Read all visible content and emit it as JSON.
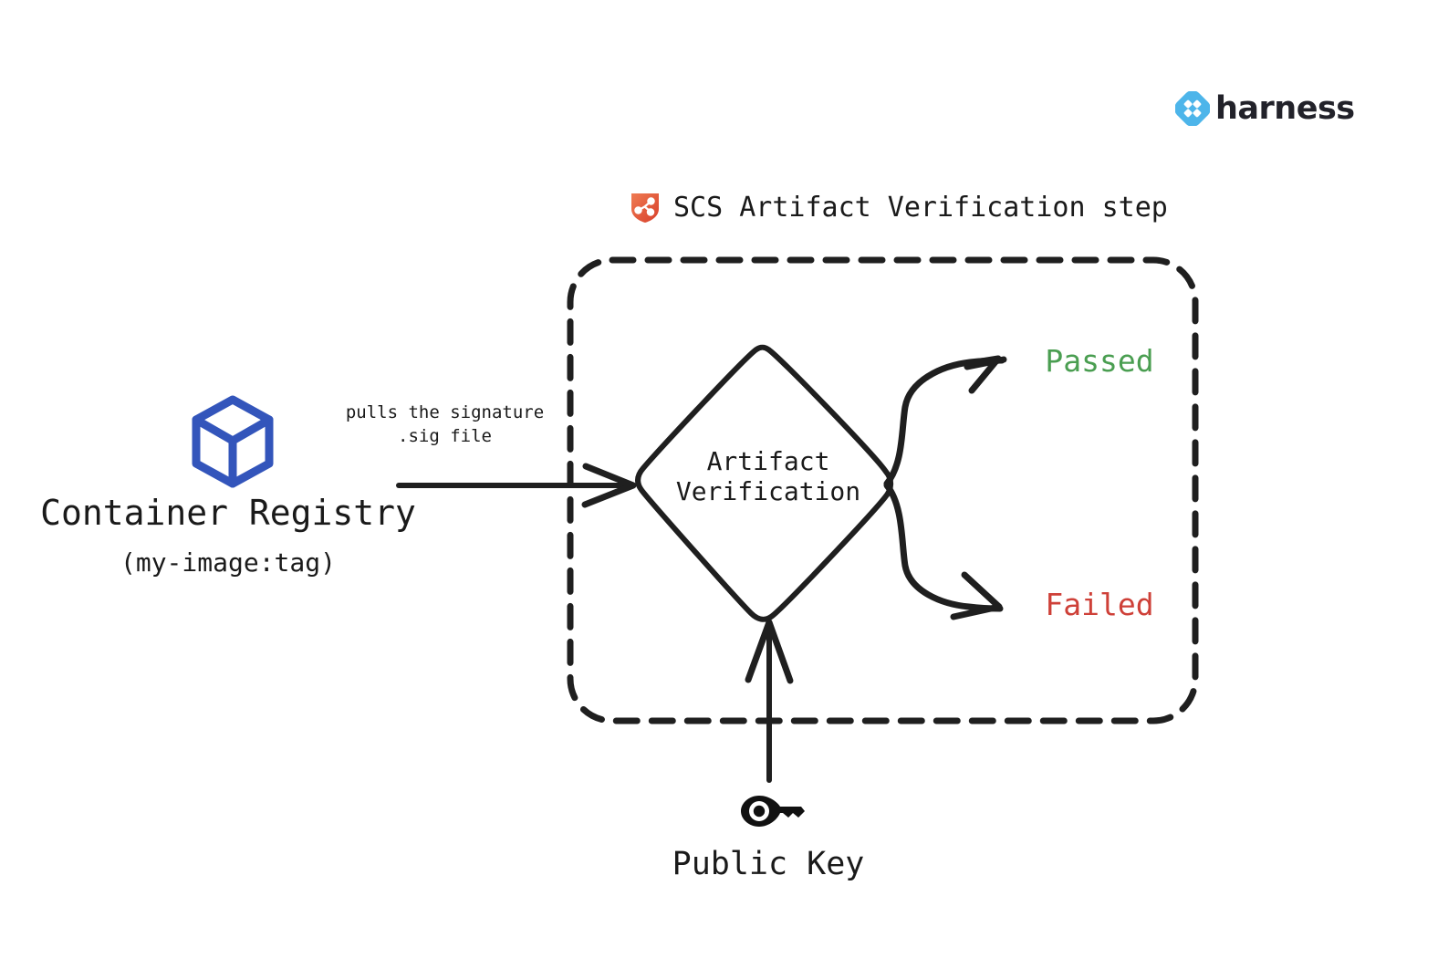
{
  "brand": {
    "name": "harness",
    "logo_icon": "harness-diamond-logo-icon",
    "color": "#4db5ea",
    "wordmark_color": "#22222a"
  },
  "step": {
    "title": "SCS Artifact Verification step",
    "icon": "scs-shield-icon",
    "icon_color": "#e2543c",
    "container_style": "dashed-rounded-rectangle"
  },
  "nodes": {
    "registry": {
      "icon": "container-cube-icon",
      "icon_color": "#3355bb",
      "title": "Container Registry",
      "subtitle": "(my-image:tag)"
    },
    "decision": {
      "shape": "diamond",
      "line1": "Artifact",
      "line2": "Verification"
    },
    "public_key": {
      "icon": "key-icon",
      "icon_color": "#111111",
      "label": "Public Key"
    }
  },
  "edges": {
    "registry_to_verification": {
      "label_line1": "pulls the signature",
      "label_line2": ".sig file",
      "direction": "right"
    },
    "key_to_verification": {
      "direction": "up"
    },
    "verification_pass": {
      "direction": "up-right"
    },
    "verification_fail": {
      "direction": "down-right"
    }
  },
  "outcomes": [
    {
      "label": "Passed",
      "color": "#4a9e51"
    },
    {
      "label": "Failed",
      "color": "#ce4038"
    }
  ],
  "colors": {
    "stroke": "#1f1f1f",
    "background": "#ffffff",
    "blue": "#3355bb",
    "brand_blue": "#4db5ea",
    "green": "#4a9e51",
    "red": "#ce4038",
    "shield_red": "#e2543c"
  }
}
